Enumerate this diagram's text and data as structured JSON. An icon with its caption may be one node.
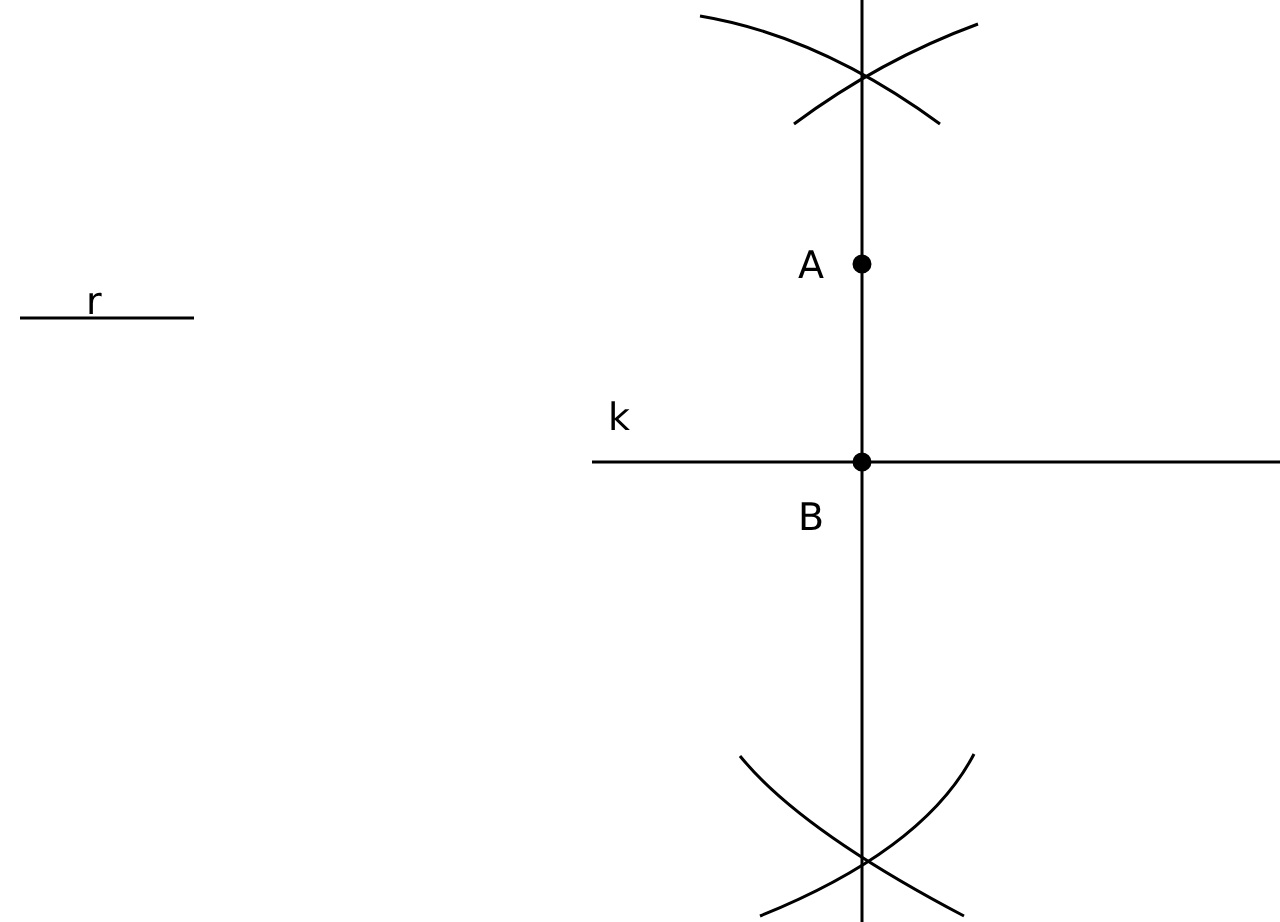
{
  "diagram": {
    "labels": [
      "A",
      "r",
      "k",
      "B"
    ]
  }
}
